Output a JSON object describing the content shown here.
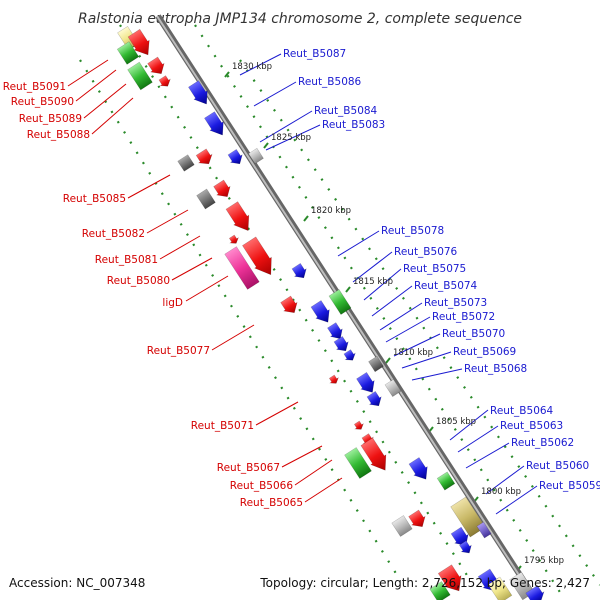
{
  "title": "Ralstonia eutropha JMP134 chromosome 2, complete sequence",
  "footer": {
    "accession": "Accession: NC_007348",
    "summary": "Topology: circular; Length: 2,726,152 bp; Genes: 2,427"
  },
  "scale_labels": [
    "1830 kbp",
    "1825 kbp",
    "1820 kbp",
    "1815 kbp",
    "1810 kbp",
    "1805 kbp",
    "1800 kbp",
    "1795 kbp"
  ],
  "labels_left": [
    "Reut_B5091",
    "Reut_B5090",
    "Reut_B5089",
    "Reut_B5088",
    "Reut_B5085",
    "Reut_B5082",
    "Reut_B5081",
    "Reut_B5080",
    "ligD",
    "Reut_B5077",
    "Reut_B5071",
    "Reut_B5067",
    "Reut_B5066",
    "Reut_B5065"
  ],
  "labels_right": [
    "Reut_B5087",
    "Reut_B5086",
    "Reut_B5084",
    "Reut_B5083",
    "Reut_B5078",
    "Reut_B5076",
    "Reut_B5075",
    "Reut_B5074",
    "Reut_B5073",
    "Reut_B5072",
    "Reut_B5070",
    "Reut_B5069",
    "Reut_B5068",
    "Reut_B5064",
    "Reut_B5063",
    "Reut_B5062",
    "Reut_B5060",
    "Reut_B5059"
  ],
  "colors": {
    "backbone": "#8a8a8a",
    "forward_label": "#d40000",
    "reverse_label": "#1a1ad0",
    "gene_red": "#ee1111",
    "gene_blue": "#1a1ae0",
    "gene_green": "#33bb33",
    "gene_grey": "#777777",
    "gene_lightgrey": "#bbbbbb",
    "gene_pink": "#ee3399",
    "gene_khaki": "#c8b866",
    "gene_purple": "#7766cc",
    "dots": "#2a8a2a"
  }
}
